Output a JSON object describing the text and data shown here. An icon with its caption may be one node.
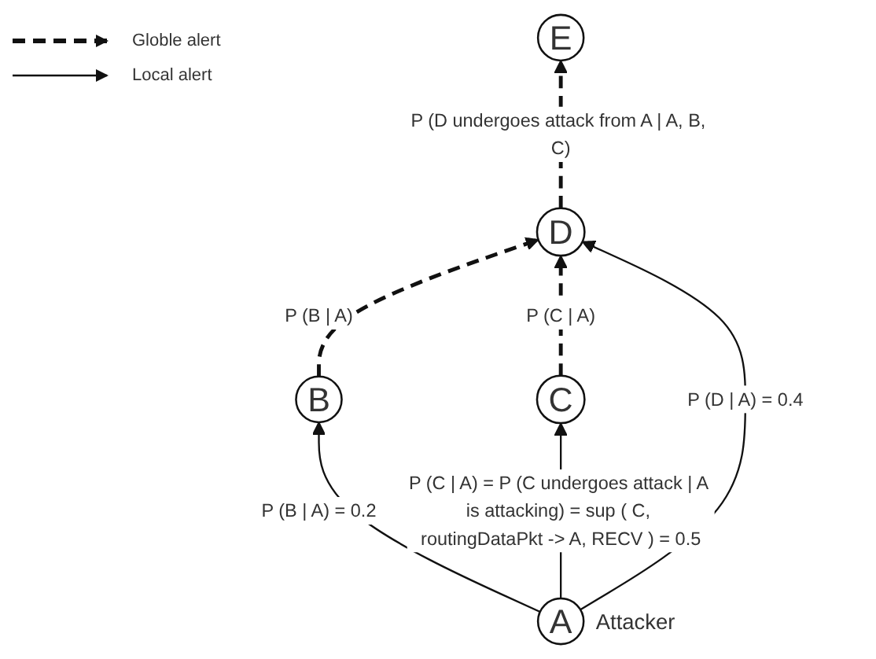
{
  "diagram": {
    "nodes": [
      {
        "text": [
          "E"
        ]
      },
      {
        "text": [
          "D"
        ]
      },
      {
        "text": [
          "B"
        ]
      },
      {
        "text": [
          "C"
        ]
      },
      {
        "text": [
          "A"
        ],
        "beside": [
          "Attacker"
        ]
      }
    ],
    "edges": [
      {
        "from": 1,
        "to": 0,
        "arrow": "to",
        "style": "dashed",
        "label": "P (D undergoes attack from A | A, B, C)"
      },
      {
        "from": 2,
        "to": 1,
        "arrow": "to",
        "style": "dashed",
        "label": "P (B | A)"
      },
      {
        "from": 3,
        "to": 1,
        "arrow": "to",
        "style": "dashed",
        "label": "P (C | A)"
      },
      {
        "from": 4,
        "to": 2,
        "arrow": "to",
        "label": "P (B | A) = 0.2"
      },
      {
        "from": 4,
        "to": 1,
        "arrow": "to",
        "label": "P (D | A) = 0.4"
      },
      {
        "from": 4,
        "to": 3,
        "arrow": "to",
        "label": "P (C | A) = P (C undergoes attack | A is attacking) = sup ( C, routingDataPkt -> A, RECV ) = 0.5"
      }
    ],
    "legend": [
      {
        "text": "Globle alert"
      },
      {
        "text": "Local alert"
      }
    ]
  }
}
